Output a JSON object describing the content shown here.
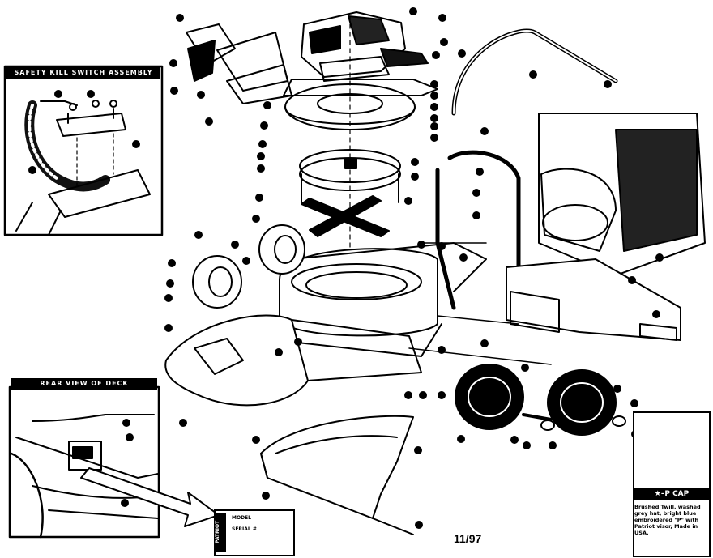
{
  "insets": {
    "safety_kill_switch": "SAFETY KILL SWITCH ASSEMBLY",
    "rear_view_of_deck": "REAR VIEW OF DECK"
  },
  "date_code": "11/97",
  "cap": {
    "title": "★–P CAP",
    "description": "Brushed Twill, washed grey hat, bright blue embroidered \"P\" with Patriot visor, Made in USA."
  },
  "model_label": {
    "brand": "PATRIOT",
    "line1": "MODEL",
    "line2": "SERIAL #"
  }
}
